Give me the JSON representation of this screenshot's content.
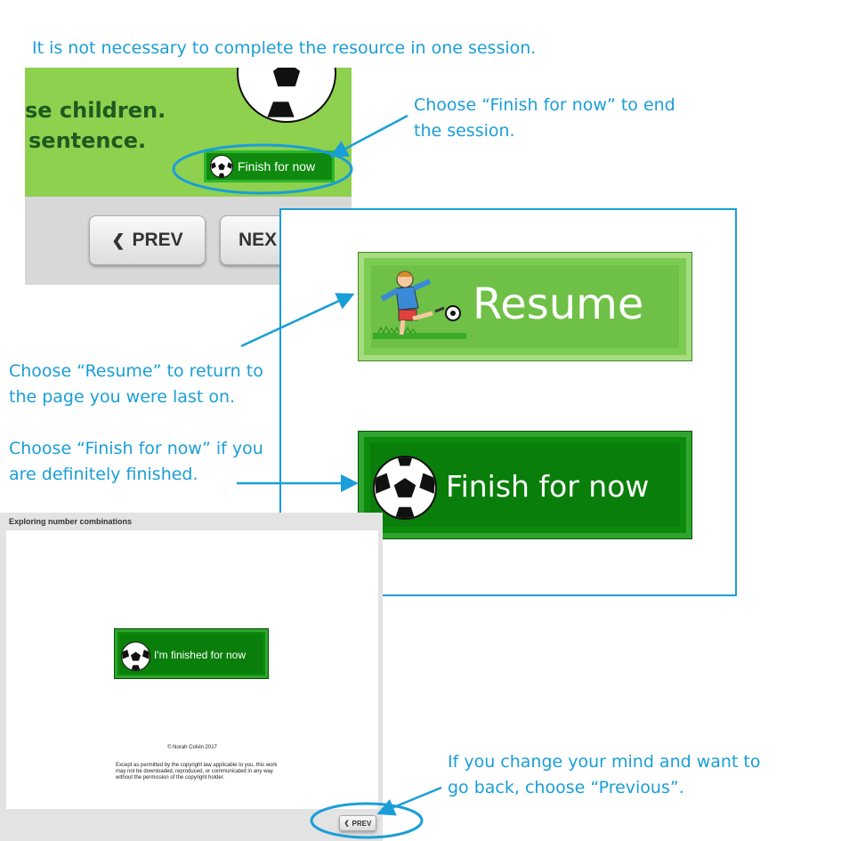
{
  "captions": {
    "top": "It is not necessary to complete the resource in one session.",
    "finish_for_now_1": "Choose “Finish for now” to end",
    "finish_for_now_2": "the session.",
    "resume_1": "Choose “Resume” to return to",
    "resume_2": "the page you were last on.",
    "finished_1": "Choose “Finish for now” if you",
    "finished_2": "are definitely finished.",
    "previous_1": "If you change your mind and want to",
    "previous_2": "go back, choose “Previous”."
  },
  "snippet": {
    "line1": "se children.",
    "line2": "sentence.",
    "finish_button": "Finish for now",
    "prev_button": "PREV",
    "next_button": "NEX"
  },
  "dialog": {
    "resume_button": "Resume",
    "finish_button": "Finish for now"
  },
  "final_page": {
    "title": "Exploring number combinations",
    "finished_button": "I'm finished for now",
    "copyright": "© Norah Colvin 2017",
    "notice_1": "Except as permitted by the copyright law applicable to you, this work",
    "notice_2": "may not be downloaded, reproduced, or communicated in any way",
    "notice_3": "without the permission of the copyright holder.",
    "prev_button": "PREV"
  },
  "colors": {
    "caption_blue": "#1a9ed8",
    "light_green": "#8ed14f",
    "dark_green": "#0a7e0a"
  },
  "icons": [
    "soccer-ball-icon",
    "chevron-left-icon",
    "boy-kicking-ball-icon",
    "arrow-icon"
  ]
}
